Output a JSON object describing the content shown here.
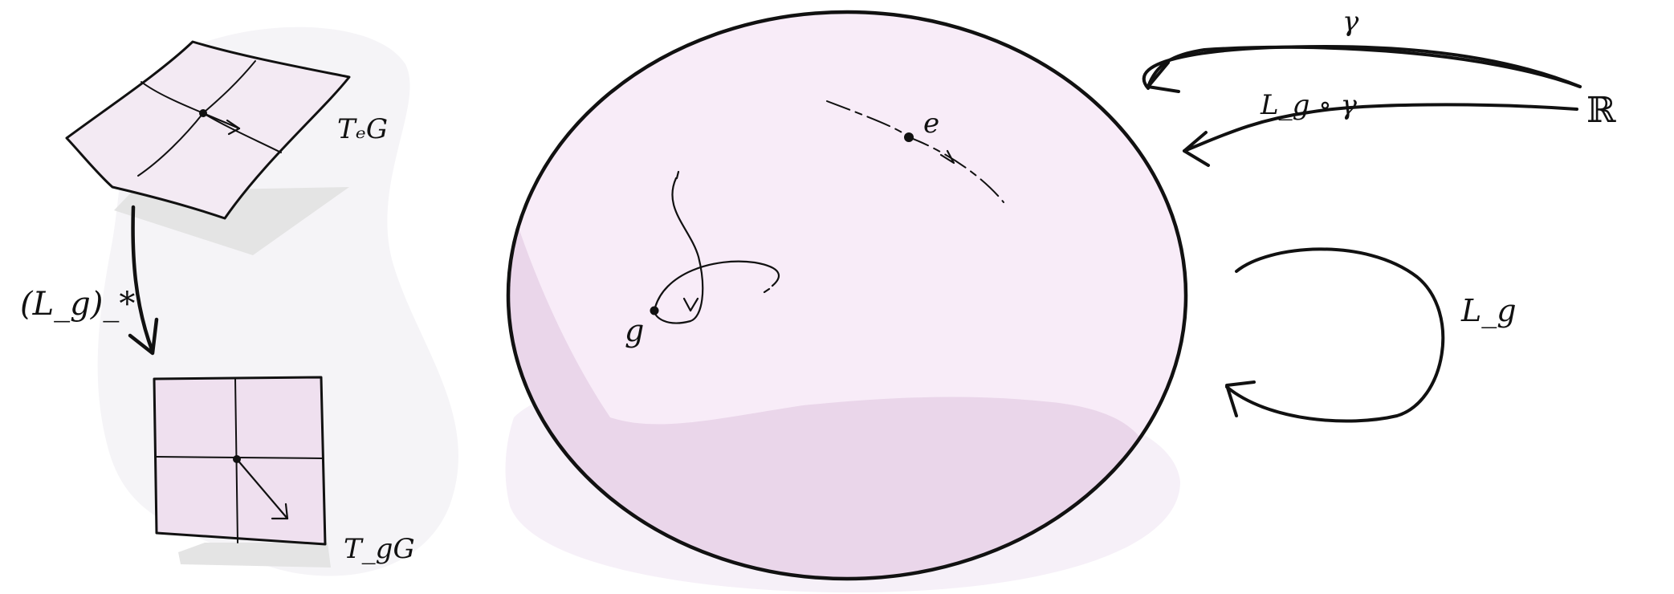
{
  "labels": {
    "tangent_identity": "TₑG",
    "tangent_g": "T_gG",
    "pushforward": "(L_g)_*",
    "point_e": "e",
    "point_g": "g",
    "reals": "ℝ",
    "gamma": "γ",
    "composition": "L_g ∘ γ",
    "left_translation": "L_g"
  },
  "colors": {
    "sphere_fill": "#f8ecf8",
    "sphere_shade": "#ead6ea",
    "sphere_shadow": "#f6f0f8",
    "plane_fill": "#f3eaf3",
    "plane_bottom_fill": "#efe0ef",
    "plane_shadow": "#e4e4e4",
    "background_blob": "#f5f4f7",
    "ink": "#111111"
  }
}
